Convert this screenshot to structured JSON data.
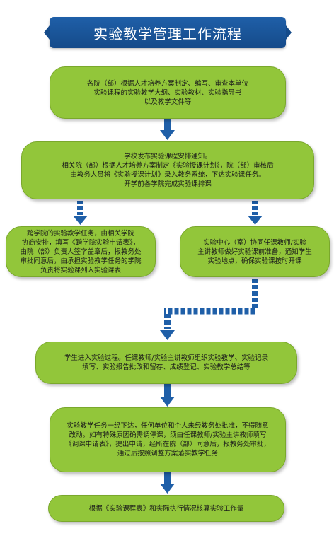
{
  "title": "实验教学管理工作流程",
  "steps": {
    "s1": [
      "各院（部）根据人才培养方案制定、编写、审查本单位",
      "实验课程的实验教学大纲、实验教材、实验指导书",
      "以及教学文件等"
    ],
    "s2": [
      "学校发布实验课程安排通知。",
      "相关院（部）根据人才培养方案制定《实验授课计划》，院（部）审核后",
      "由教务人员将《实验授课计划》录入教务系统，下达实验课任务。",
      "开学前各学院完成实验课排课"
    ],
    "s3": [
      "跨学院的实验教学任务，由相关学院",
      "协商安排，填写《跨学院实验申请表》，",
      "由院（部）负责人签字盖章后，报教务处",
      "审批同意后，由承担实验教学任务的学院",
      "负责将实验课列入实验课表"
    ],
    "s4": [
      "实验中心（室）协同任课教师/实验",
      "主讲教师做好实验课前准备，通知学生",
      "实验地点，确保实验课按时开课"
    ],
    "s5": [
      "学生进入实验过程。任课教师/实验主讲教师组织实验教学、实验记录",
      "填写、实验报告批改和留存、成绩登记、实验教学总结等"
    ],
    "s6": [
      "实验教学任务一经下达，任何单位和个人未经教务处批准，不得随意",
      "改动。如有特殊原因确需调停课，须由任课教师/实验主讲教师填写",
      "《调课申请表》，提出申请，经所在院（部）同意后，报教务处审批，",
      "通过后按照调整方案落实教学任务"
    ],
    "s7": [
      "根据《实验课程表》和实际执行情况核算实验工作量"
    ]
  },
  "colors": {
    "banner": "#1f5fa8",
    "box_fill": "#92c63a",
    "arrow": "#1f5fa8"
  }
}
